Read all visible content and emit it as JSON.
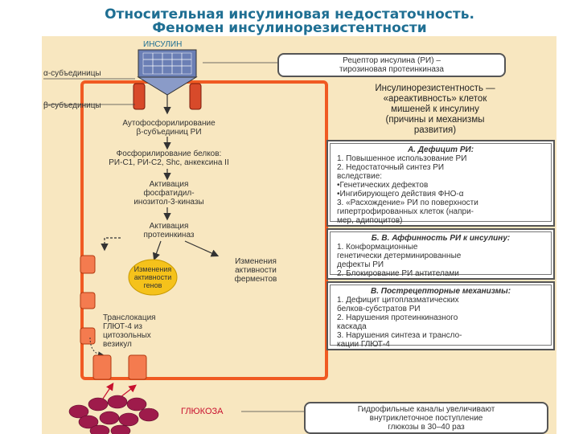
{
  "title": {
    "line1": "Относительная инсулиновая недостаточность.",
    "line2": "Феномен инсулинорезистентности"
  },
  "colors": {
    "title": "#1f6f93",
    "membrane": "#f05a22",
    "background": "#f8e7c0",
    "receptor": "#d84a2a",
    "glucose": "#9e1b4b",
    "enzyme": "#f5c21b"
  },
  "left": {
    "insulin": "ИНСУЛИН",
    "alpha": "α-субъединицы",
    "beta": "β-субъединицы",
    "autophos": [
      "Аутофосфорилирование",
      "β-субъединиц РИ"
    ],
    "prot_phos": [
      "Фосфорилирование белков:",
      "РИ-С1, РИ-С2, Shc, анкексина II"
    ],
    "pi3k": [
      "Активация",
      "фосфатидил-",
      "инозитол-3-киназы"
    ],
    "pk": [
      "Активация",
      "протеинкиназ"
    ],
    "gene": [
      "Изменения",
      "активности",
      "генов"
    ],
    "enzymes": [
      "Изменения",
      "активности",
      "ферментов"
    ],
    "glut": [
      "Транслокация",
      "ГЛЮТ-4 из",
      "цитозольных",
      "везикул"
    ],
    "glucose": "ГЛЮКОЗА"
  },
  "right": {
    "receptor_box": [
      "Рецептор инсулина (РИ) –",
      "тирозиновая протеинкиназа"
    ],
    "heading": [
      "Инсулинорезистентность —",
      "«ареактивность» клеток",
      "мишеней к инсулину",
      "(причины и механизмы",
      "развития)"
    ],
    "section_a": {
      "title": "А. Дефицит РИ:",
      "lines": [
        "1. Повышенное использование РИ",
        "2. Недостаточный синтез РИ",
        "вследствие:",
        "•Генетических дефектов",
        "•Ингибирующего действия ФНО-α",
        "3. «Расхождение» РИ по поверхности",
        "гипертрофированных клеток (напри-",
        "мер, адипоцитов)"
      ]
    },
    "section_b": {
      "title": "Б. В. Аффинность РИ к инсулину:",
      "lines": [
        "1. Конформационные",
        "генетически детерминированные",
        "дефекты РИ",
        "2. Блокирование РИ антителами"
      ]
    },
    "section_c": {
      "title": "В. Пострецепторные механизмы:",
      "lines": [
        "1. Дефицит цитоплазматических",
        "белков-субстратов РИ",
        "2. Нарушения протеинкиназного",
        "каскада",
        "3. Нарушения синтеза и трансло-",
        "кации ГЛЮТ-4"
      ]
    },
    "bottom_box": [
      "Гидрофильные каналы увеличивают",
      "внутриклеточное поступление",
      "глюкозы в 30–40 раз"
    ]
  }
}
